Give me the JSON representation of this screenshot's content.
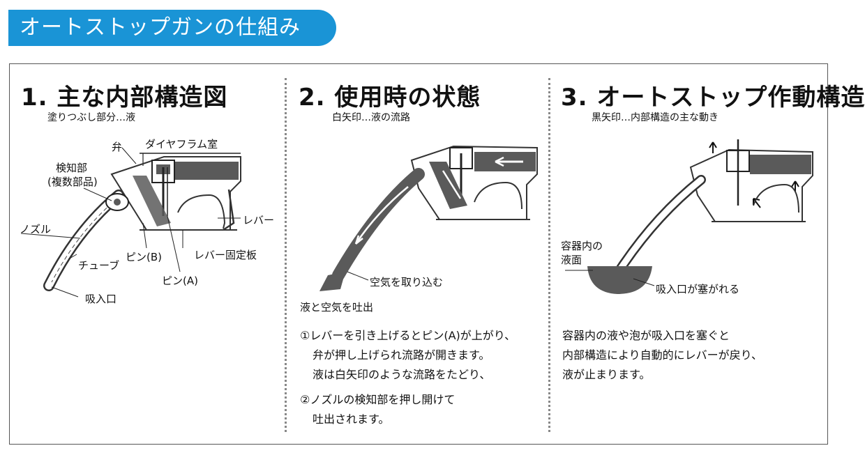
{
  "banner": {
    "title": "オートストップガンの仕組み"
  },
  "section1": {
    "title": "1. 主な内部構造図",
    "subtitle": "塗りつぶし部分…液",
    "labels": {
      "ben": "弁",
      "diaphragm": "ダイヤフラム室",
      "detector1": "検知部",
      "detector2": "(複数部品)",
      "nozzle": "ノズル",
      "lever": "レバー",
      "pin_b": "ピン(B)",
      "lever_plate": "レバー固定板",
      "tube": "チューブ",
      "pin_a": "ピン(A)",
      "inlet": "吸入口"
    }
  },
  "section2": {
    "title": "2. 使用時の状態",
    "subtitle": "白矢印…液の流路",
    "labels": {
      "air_in": "空気を取り込む",
      "discharge": "液と空気を吐出"
    },
    "text": {
      "line1": "①レバーを引き上げるとピン(A)が上がり、",
      "line2": "弁が押し上げられ流路が開きます。",
      "line3": "液は白矢印のような流路をたどり、",
      "line4": "②ノズルの検知部を押し開けて",
      "line5": "吐出されます。"
    }
  },
  "section3": {
    "title": "3. オートストップ作動構造",
    "subtitle": "黒矢印…内部構造の主な動き",
    "labels": {
      "surface1": "容器内の",
      "surface2": "液面",
      "blocked": "吸入口が塞がれる"
    },
    "text": {
      "line1": "容器内の液や泡が吸入口を塞ぐと",
      "line2": "内部構造により自動的にレバーが戻り、",
      "line3": "液が止まります。"
    }
  },
  "colors": {
    "banner_bg": "#1a94d6",
    "liquid": "#5a5a5a"
  }
}
